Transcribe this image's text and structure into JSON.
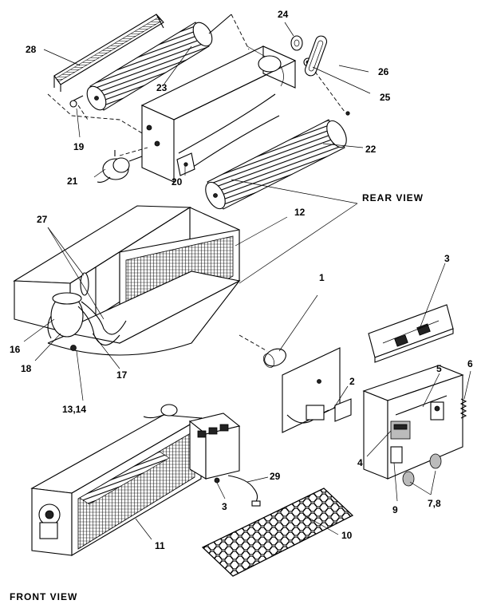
{
  "views": {
    "rear": "REAR  VIEW",
    "front": "FRONT  VIEW"
  },
  "labels": {
    "l28": "28",
    "l24": "24",
    "l26": "26",
    "l25": "25",
    "l23": "23",
    "l19": "19",
    "l22": "22",
    "l21": "21",
    "l20": "20",
    "l27": "27",
    "l12": "12",
    "l1": "1",
    "l3a": "3",
    "l16": "16",
    "l18": "18",
    "l17": "17",
    "l13_14": "13,14",
    "l2": "2",
    "l5": "5",
    "l6": "6",
    "l4": "4",
    "l9": "9",
    "l7_8": "7,8",
    "l29": "29",
    "l3b": "3",
    "l11": "11",
    "l10": "10"
  }
}
